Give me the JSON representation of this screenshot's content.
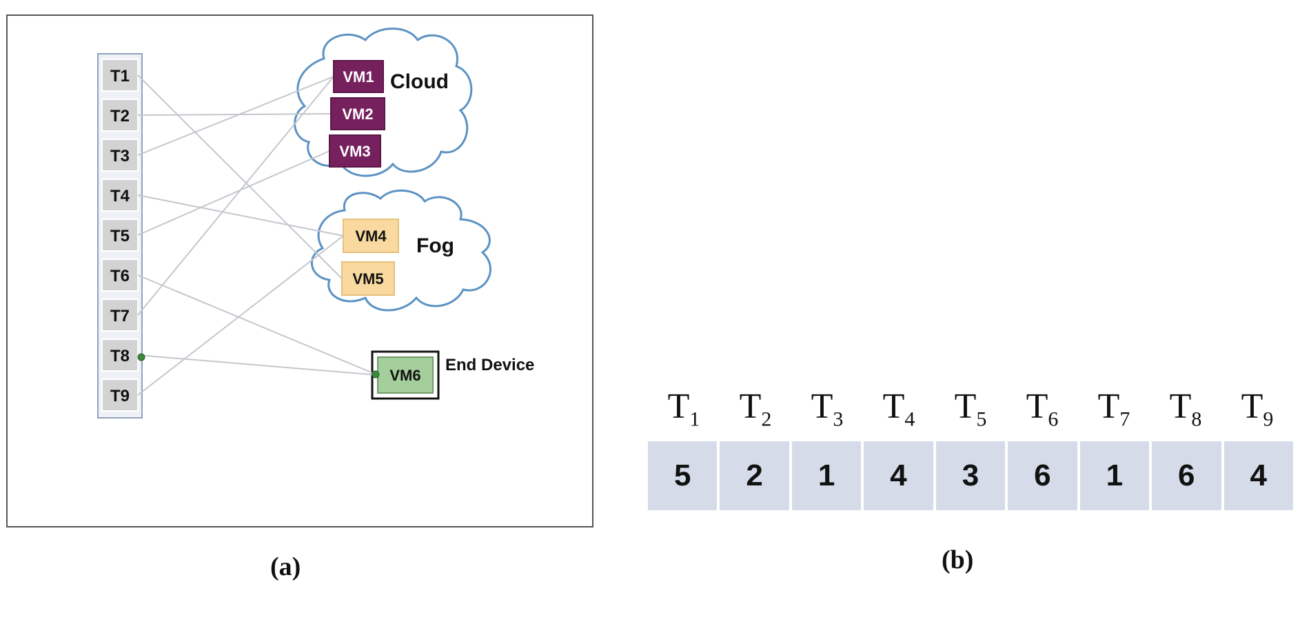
{
  "panel_a": {
    "tasks": [
      "T1",
      "T2",
      "T3",
      "T4",
      "T5",
      "T6",
      "T7",
      "T8",
      "T9"
    ],
    "cloud": {
      "label": "Cloud",
      "vms": [
        "VM1",
        "VM2",
        "VM3"
      ],
      "vm_color": "#76205e"
    },
    "fog": {
      "label": "Fog",
      "vms": [
        "VM4",
        "VM5"
      ],
      "vm_color": "#f9d99f"
    },
    "end_device": {
      "label": "End Device",
      "vm": "VM6",
      "vm_color": "#a4ce9c"
    },
    "mapping": [
      {
        "task": "T1",
        "vm": "VM5"
      },
      {
        "task": "T2",
        "vm": "VM2"
      },
      {
        "task": "T3",
        "vm": "VM1"
      },
      {
        "task": "T4",
        "vm": "VM4"
      },
      {
        "task": "T5",
        "vm": "VM3"
      },
      {
        "task": "T6",
        "vm": "VM6"
      },
      {
        "task": "T7",
        "vm": "VM1"
      },
      {
        "task": "T8",
        "vm": "VM6"
      },
      {
        "task": "T9",
        "vm": "VM4"
      }
    ],
    "caption": "(a)"
  },
  "panel_b": {
    "headers": [
      {
        "base": "T",
        "sub": "1"
      },
      {
        "base": "T",
        "sub": "2"
      },
      {
        "base": "T",
        "sub": "3"
      },
      {
        "base": "T",
        "sub": "4"
      },
      {
        "base": "T",
        "sub": "5"
      },
      {
        "base": "T",
        "sub": "6"
      },
      {
        "base": "T",
        "sub": "7"
      },
      {
        "base": "T",
        "sub": "8"
      },
      {
        "base": "T",
        "sub": "9"
      }
    ],
    "values": [
      "5",
      "2",
      "1",
      "4",
      "3",
      "6",
      "1",
      "6",
      "4"
    ],
    "cell_color": "#d5dbe9",
    "caption": "(b)"
  }
}
